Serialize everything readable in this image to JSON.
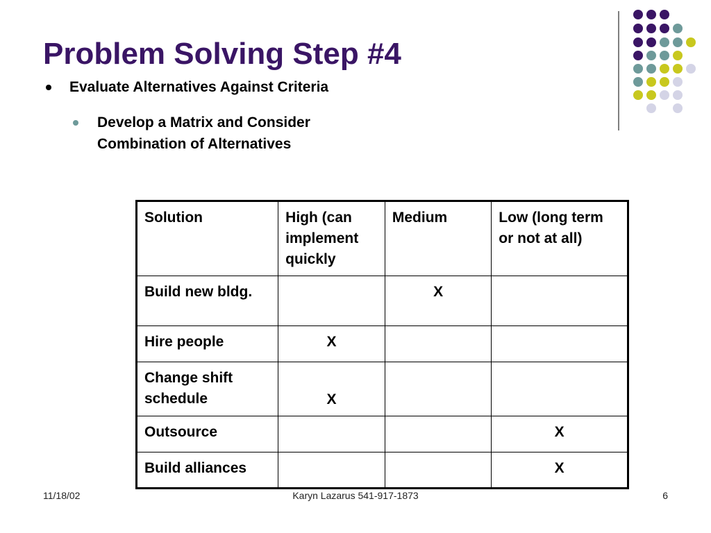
{
  "slide": {
    "title": "Problem Solving Step #4",
    "bullet1": "Evaluate Alternatives Against Criteria",
    "bullet2": "Develop a Matrix and Consider Combination of Alternatives",
    "colors": {
      "title": "#3a1565",
      "sub_bullet": "#6e9a9a"
    }
  },
  "matrix": {
    "headers": [
      "Solution",
      "High (can implement quickly",
      "Medium",
      "Low (long term or not at all)"
    ],
    "rows": [
      {
        "solution": "Build new bldg.",
        "high": "",
        "medium": "X",
        "low": ""
      },
      {
        "solution": "Hire people",
        "high": "X",
        "medium": "",
        "low": ""
      },
      {
        "solution": "Change shift schedule",
        "high": "X",
        "medium": "",
        "low": ""
      },
      {
        "solution": "Outsource",
        "high": "",
        "medium": "",
        "low": "X"
      },
      {
        "solution": "Build alliances",
        "high": "",
        "medium": "",
        "low": "X"
      }
    ]
  },
  "footer": {
    "date": "11/18/02",
    "author": "Karyn Lazarus 541-917-1873",
    "page": "6"
  },
  "decoration": {
    "dot_colors": [
      "#3a1565",
      "#6e9a9a",
      "#c8c81e",
      "#d4d4e6"
    ]
  }
}
